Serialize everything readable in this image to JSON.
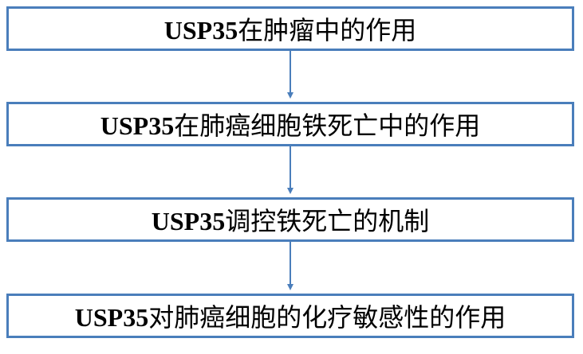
{
  "steps": [
    {
      "prefix": "USP35",
      "text": "在肿瘤中的作用"
    },
    {
      "prefix": "USP35",
      "text": "在肺癌细胞铁死亡中的作用"
    },
    {
      "prefix": "USP35",
      "text": "调控铁死亡的机制"
    },
    {
      "prefix": "USP35",
      "text": "对肺癌细胞的化疗敏感性的作用"
    }
  ],
  "colors": {
    "box_border": "#4a7ebb",
    "arrow": "#4a7ebb",
    "text": "#000000"
  }
}
